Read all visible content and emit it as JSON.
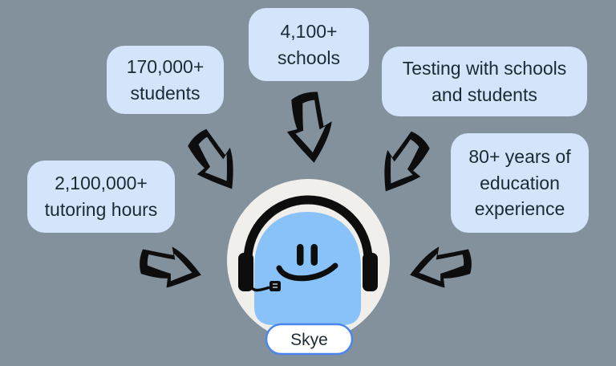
{
  "colors": {
    "background": "#83919d",
    "bubble_fill": "#d3e4fb",
    "bubble_text": "#1c2b33",
    "arrow": "#0d0d0d",
    "circle_fill": "#f1efec",
    "body_fill": "#88c2f8",
    "headset": "#0d0d0d",
    "pill_fill": "#ffffff",
    "pill_border": "#4b86f0"
  },
  "bubbles": [
    {
      "id": "tutoring-hours",
      "text": "2,100,000+\ntutoring hours"
    },
    {
      "id": "students",
      "text": "170,000+\nstudents"
    },
    {
      "id": "schools",
      "text": "4,100+\nschools"
    },
    {
      "id": "testing",
      "text": "Testing with schools\nand students"
    },
    {
      "id": "education-experience",
      "text": "80+ years of\neducation\nexperience"
    }
  ],
  "arrows": [
    {
      "id": "from-tutoring-hours",
      "points": "right-down"
    },
    {
      "id": "from-students",
      "points": "down-right"
    },
    {
      "id": "from-schools",
      "points": "down"
    },
    {
      "id": "from-testing",
      "points": "down-left"
    },
    {
      "id": "from-education-experience",
      "points": "left-down"
    }
  ],
  "character": {
    "name": "Skye",
    "icons": [
      "headset-icon",
      "microphone-icon",
      "smile-face-icon"
    ]
  }
}
